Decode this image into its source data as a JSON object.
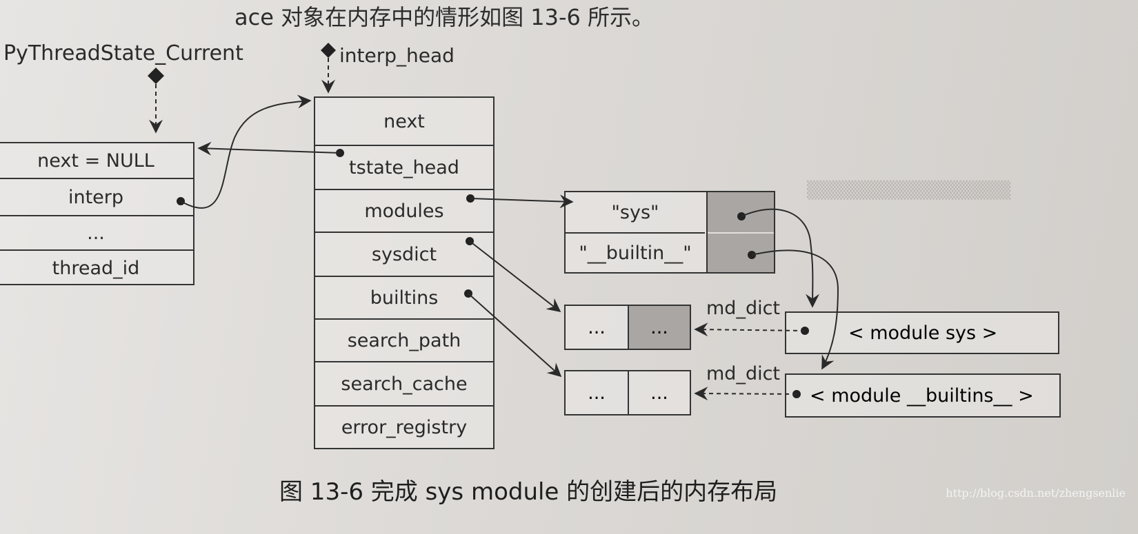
{
  "page": {
    "top_text": "ace 对象在内存中的情形如图 13-6 所示。",
    "caption": "图 13-6   完成 sys module 的创建后的内存布局",
    "watermark": "http://blog.csdn.net/zhengsenlie"
  },
  "pointers": {
    "current_label": "PyThreadState_Current",
    "interp_head_label": "interp_head"
  },
  "thread_state": {
    "fields": [
      "next = NULL",
      "interp",
      "...",
      "thread_id"
    ]
  },
  "interp_state": {
    "fields": [
      "next",
      "tstate_head",
      "modules",
      "sysdict",
      "builtins",
      "search_path",
      "search_cache",
      "error_registry"
    ]
  },
  "modules_dict": {
    "keys": [
      "\"sys\"",
      "\"__builtin__\""
    ]
  },
  "sys_dict": {
    "cells": [
      "...",
      "..."
    ],
    "edge_label": "md_dict"
  },
  "builtin_dict": {
    "cells": [
      "...",
      "..."
    ],
    "edge_label": "md_dict"
  },
  "module_objects": {
    "sys": "< module sys >",
    "builtins": "< module __builtins__ >"
  },
  "colors": {
    "ink": "#333333",
    "shaded_cell": "#a9a6a3",
    "paper": "#dcd9d6"
  }
}
